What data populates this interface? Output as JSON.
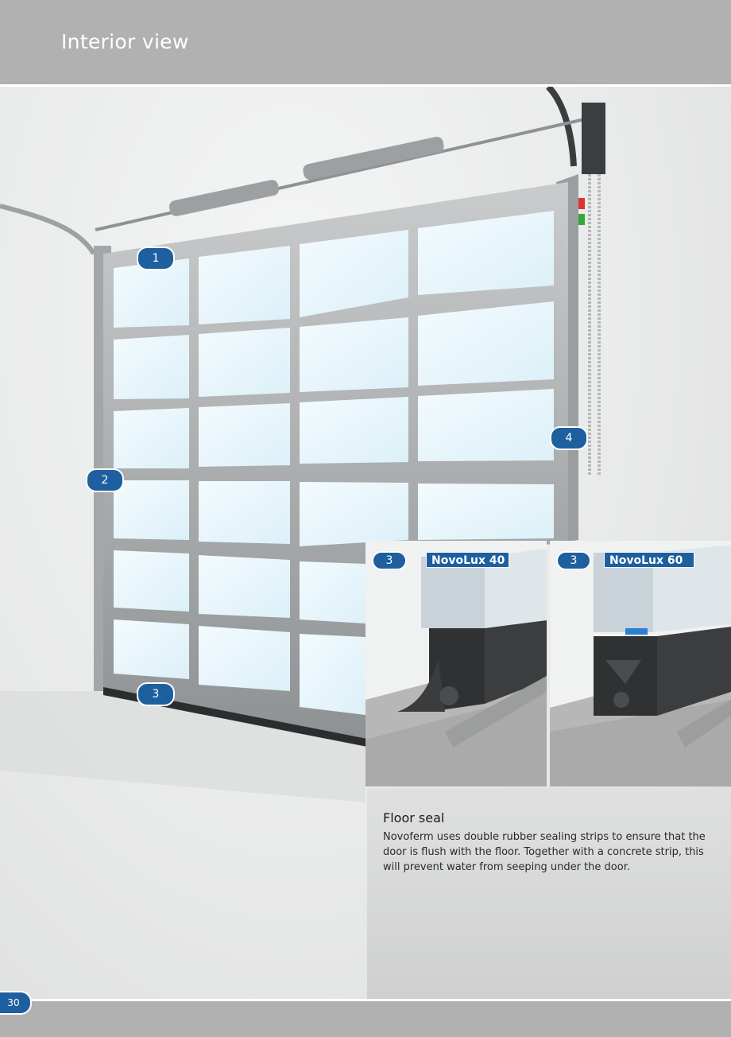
{
  "header": {
    "title": "Interior view"
  },
  "callouts": [
    "1",
    "2",
    "3",
    "4"
  ],
  "details": [
    {
      "number": "3",
      "label": "NovoLux 40"
    },
    {
      "number": "3",
      "label": "NovoLux 60"
    }
  ],
  "floor_seal": {
    "title": "Floor seal",
    "body": "Novoferm uses double rubber sealing strips to ensure that the door is flush with the floor. Together with a concrete strip, this will prevent water from seeping under the door."
  },
  "footer": {
    "page_number": "30"
  },
  "colors": {
    "accent": "#1d5f9f",
    "band": "#b1b1b1"
  }
}
